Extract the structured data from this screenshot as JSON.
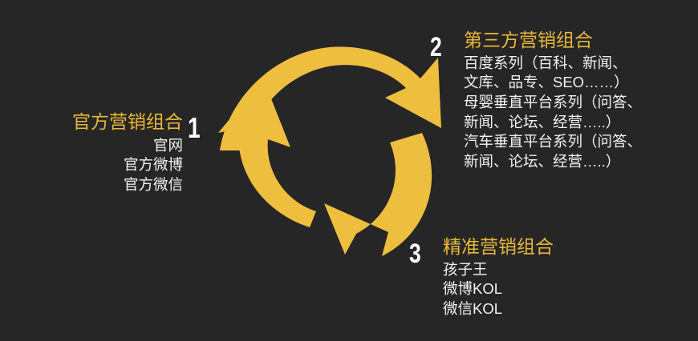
{
  "canvas": {
    "background_color": "#262626",
    "accent_gold": "#e8b73a",
    "arrow_gold": "#eebe3e",
    "text_color": "#f2f2f2"
  },
  "graphic": {
    "name": "three-arrow-cycle",
    "description": "three curved gold arrows forming a clockwise loop",
    "arrow_count": 3
  },
  "sections": [
    {
      "number": "1",
      "title": "官方营销组合",
      "items": [
        "官网",
        "官方微博",
        "官方微信"
      ]
    },
    {
      "number": "2",
      "title": "第三方营销组合",
      "items": [
        "百度系列（百科、新闻、",
        "文库、品专、SEO……）",
        "母婴垂直平台系列（问答、",
        "新闻、论坛、经营…..）",
        "汽车垂直平台系列（问答、",
        "新闻、论坛、经营…..）"
      ]
    },
    {
      "number": "3",
      "title": "精准营销组合",
      "items": [
        "孩子王",
        "微博KOL",
        "微信KOL"
      ]
    }
  ]
}
